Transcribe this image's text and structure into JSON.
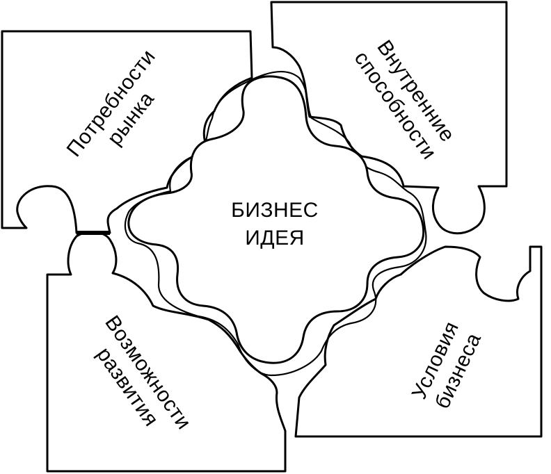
{
  "diagram": {
    "center": {
      "line1": "БИЗНЕС",
      "line2": "ИДЕЯ"
    },
    "top_left": {
      "line1": "Потребности",
      "line2": "рынка"
    },
    "top_right": {
      "line1": "Внутренние",
      "line2": "способности"
    },
    "bottom_left": {
      "line1": "Возможности",
      "line2": "развития"
    },
    "bottom_right": {
      "line1": "Условия",
      "line2": "бизнеса"
    },
    "colors": {
      "stroke": "#000000",
      "fill": "#ffffff"
    }
  }
}
